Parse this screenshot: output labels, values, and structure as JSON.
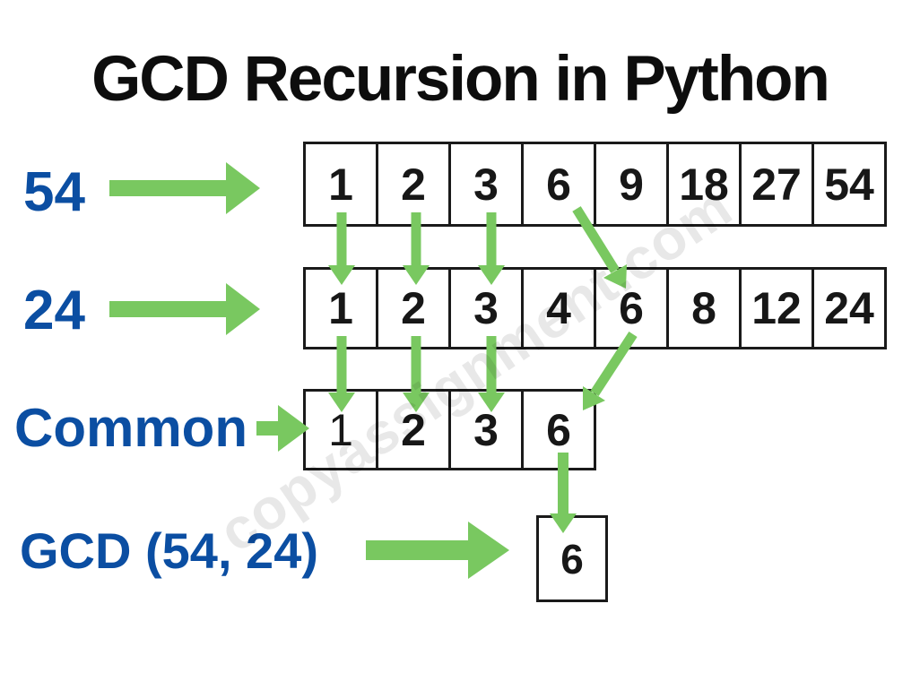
{
  "title": "GCD Recursion in Python",
  "watermark": "copyassignment.com",
  "colors": {
    "arrow_green": "#79c860",
    "label_blue": "#0b4ea2",
    "box_border": "#1a1a1a",
    "number_black": "#171717",
    "watermark_gray": "rgba(0,0,0,0.09)"
  },
  "rows": {
    "divisors_54": {
      "label": "54",
      "values": [
        "1",
        "2",
        "3",
        "6",
        "9",
        "18",
        "27",
        "54"
      ]
    },
    "divisors_24": {
      "label": "24",
      "values": [
        "1",
        "2",
        "3",
        "4",
        "6",
        "8",
        "12",
        "24"
      ]
    },
    "common": {
      "label": "Common",
      "values": [
        "1",
        "2",
        "3",
        "6"
      ]
    },
    "gcd": {
      "label": "GCD (54, 24)",
      "values": [
        "6"
      ]
    }
  },
  "connections": [
    {
      "from": "divisors_54:1",
      "to": "divisors_24:1"
    },
    {
      "from": "divisors_54:2",
      "to": "divisors_24:2"
    },
    {
      "from": "divisors_54:3",
      "to": "divisors_24:3"
    },
    {
      "from": "divisors_54:6",
      "to": "divisors_24:6"
    },
    {
      "from": "divisors_24:1",
      "to": "common:1"
    },
    {
      "from": "divisors_24:2",
      "to": "common:2"
    },
    {
      "from": "divisors_24:3",
      "to": "common:3"
    },
    {
      "from": "divisors_24:6",
      "to": "common:6"
    },
    {
      "from": "common:6",
      "to": "gcd:6"
    }
  ]
}
